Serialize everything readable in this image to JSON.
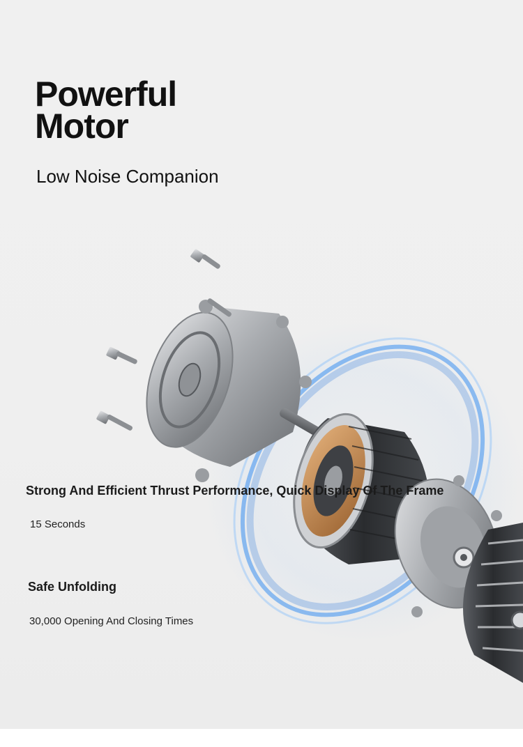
{
  "headline": {
    "title_line1": "Powerful",
    "title_line2": "Motor",
    "subtitle": "Low Noise Companion"
  },
  "features": [
    {
      "heading": "Strong And Efficient Thrust Performance, Quick Display Of The Frame",
      "detail": "15 Seconds"
    },
    {
      "heading": "Safe Unfolding",
      "detail": "30,000 Opening And Closing Times"
    }
  ],
  "illustration": {
    "subject": "motor-exploded-icon",
    "accent_color": "#3a8ff0",
    "metal_color": "#b9bcc0",
    "copper_color": "#c98a4e"
  }
}
